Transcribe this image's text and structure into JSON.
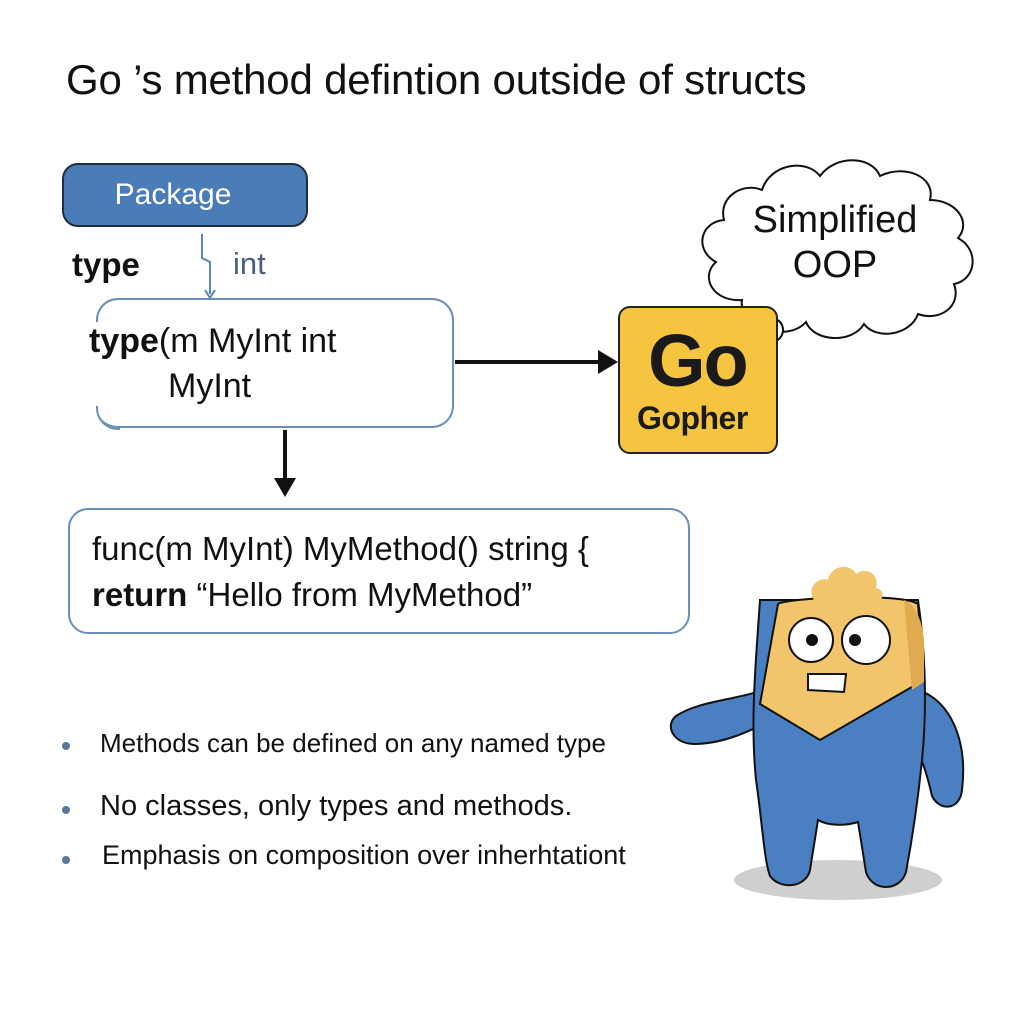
{
  "title": "Go ’s method defintion outside of structs",
  "package_box": {
    "label": "Package"
  },
  "type_keyword": "type",
  "int_label": "int",
  "typedef_box": {
    "line1_keyword": "type",
    "line1_rest": "(m MyInt int",
    "line2": "MyInt"
  },
  "func_box": {
    "line1": "func(m MyInt) MyMethod() string {",
    "line2_keyword": "return",
    "line2_rest": " “Hello from MyMethod”"
  },
  "go_box": {
    "logo": "Go",
    "label": "Gopher"
  },
  "thought_cloud": {
    "line1": "Simplified",
    "line2": "OOP"
  },
  "bullets": [
    "Methods can be defined on any named type",
    "No classes, only types and methods.",
    "Emphasis on composition over inherhtationt"
  ],
  "colors": {
    "package_fill": "#4a7db8",
    "box_border": "#6a8fb8",
    "go_fill": "#f5c53f",
    "gopher_body": "#4a7fc1",
    "gopher_head": "#f2c46b",
    "bullet_dot": "#5a7899",
    "int_text": "#4b5f7a"
  }
}
